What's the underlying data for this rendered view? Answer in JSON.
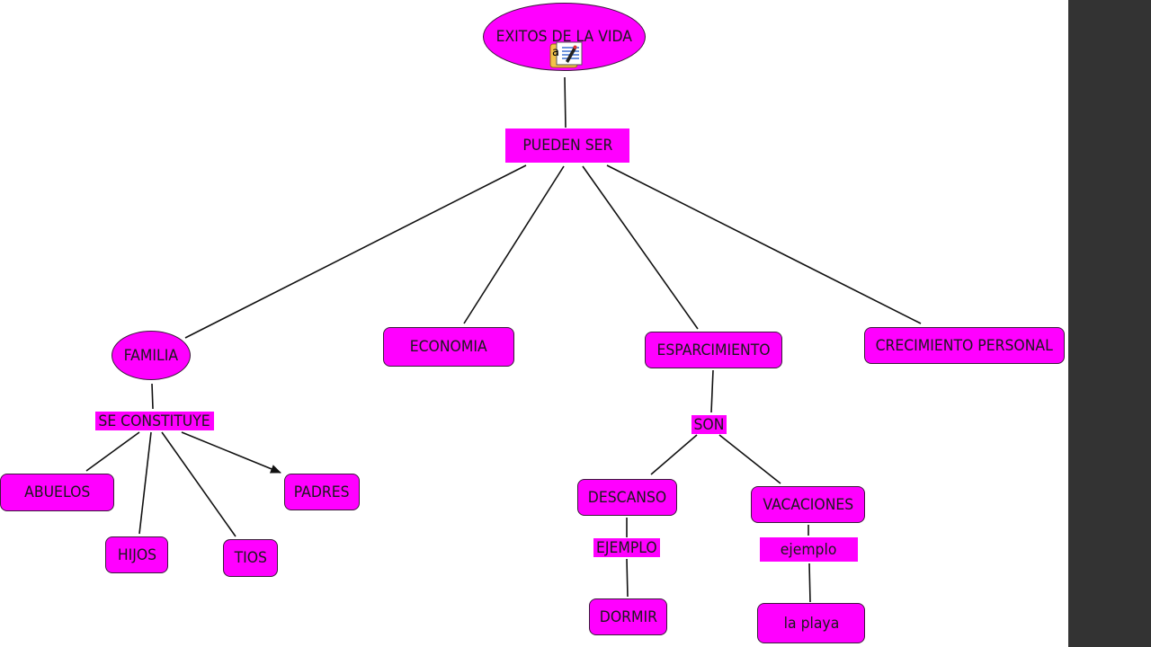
{
  "colors": {
    "node_fill": "#ff00ff",
    "node_border": "#3a1a3a",
    "edge": "#111111",
    "sidebar": "#333333"
  },
  "map": {
    "root": "EXITOS DE LA VIDA",
    "root_icon": "resource-document-icon",
    "link_pueden_ser": "PUEDEN SER",
    "familia": "FAMILIA",
    "economia": "ECONOMIA",
    "esparcimiento": "ESPARCIMIENTO",
    "crecimiento": "CRECIMIENTO PERSONAL",
    "link_se_constituye": "SE CONSTITUYE",
    "abuelos": "ABUELOS",
    "hijos": "HIJOS",
    "tios": "TIOS",
    "padres": "PADRES",
    "link_son": "SON",
    "descanso": "DESCANSO",
    "vacaciones": "VACACIONES",
    "link_ejemplo_upper": "EJEMPLO",
    "link_ejemplo_lower": "ejemplo",
    "dormir": "DORMIR",
    "la_playa": "la playa"
  }
}
